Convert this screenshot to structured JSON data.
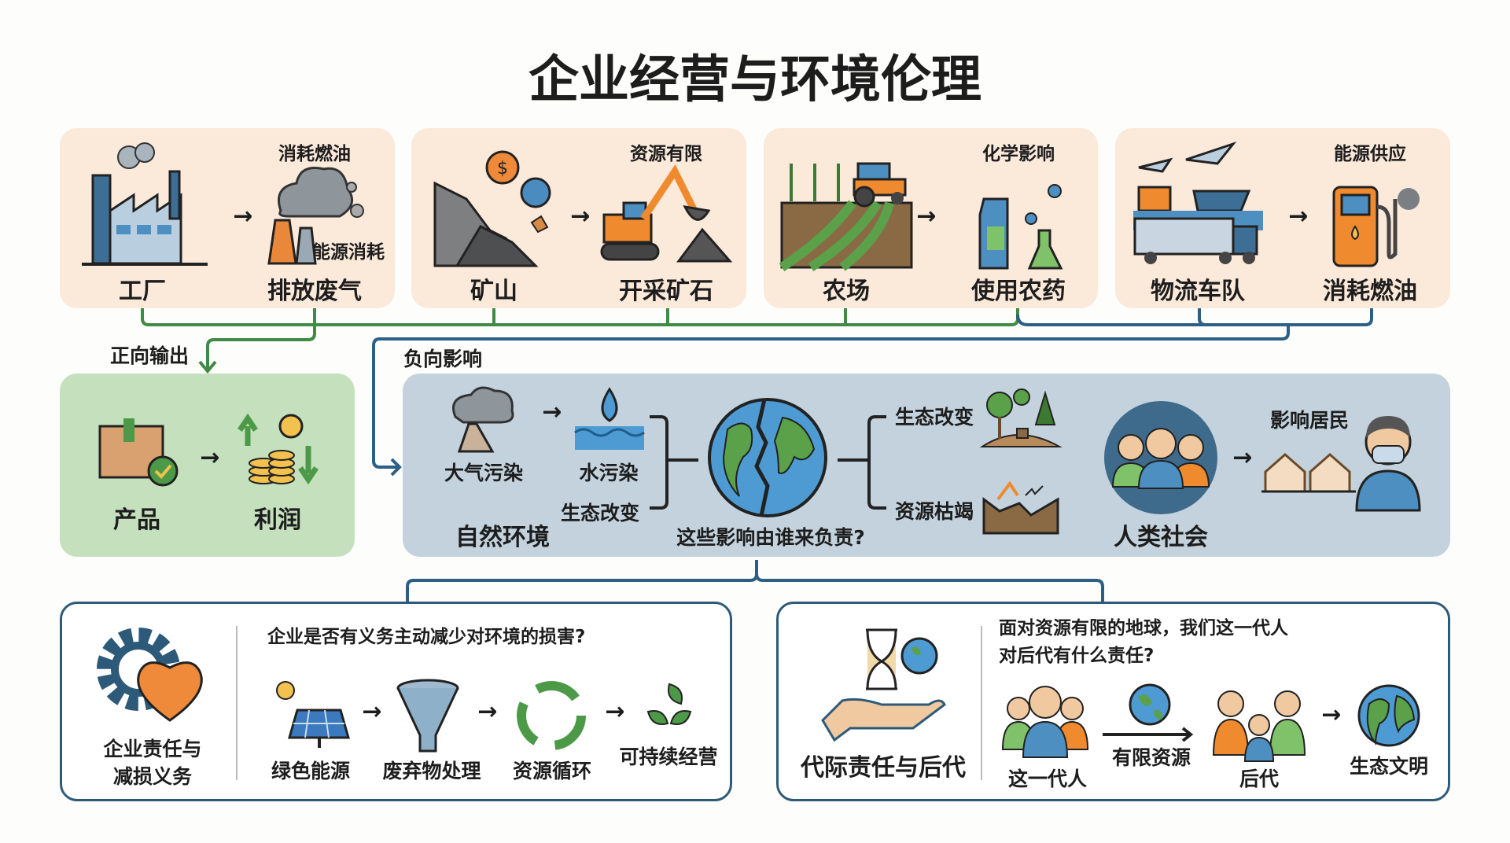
{
  "title": "企业经营与环境伦理",
  "top_cards": [
    {
      "left": "工厂",
      "right": "排放废气",
      "note": "消耗燃油",
      "note2": "能源消耗"
    },
    {
      "left": "矿山",
      "right": "开采矿石",
      "note": "资源有限"
    },
    {
      "left": "农场",
      "right": "使用农药",
      "note": "化学影响"
    },
    {
      "left": "物流车队",
      "right": "消耗燃油",
      "note": "能源供应"
    }
  ],
  "connectors": {
    "positive": "正向输出",
    "negative": "负向影响"
  },
  "positive_box": {
    "product": "产品",
    "profit": "利润"
  },
  "negative_box": {
    "air": "大气污染",
    "water": "水污染",
    "eco_left": "生态改变",
    "nature": "自然环境",
    "question": "这些影响由谁来负责?",
    "eco_right": "生态改变",
    "depletion": "资源枯竭",
    "society": "人类社会",
    "residents": "影响居民"
  },
  "bottom_left": {
    "title_line1": "企业责任与",
    "title_line2": "减损义务",
    "question": "企业是否有义务主动减少对环境的损害?",
    "steps": [
      "绿色能源",
      "废弃物处理",
      "资源循环",
      "可持续经营"
    ]
  },
  "bottom_right": {
    "title": "代际责任与后代",
    "question_line1": "面对资源有限的地球，我们这一代人",
    "question_line2": "对后代有什么责任?",
    "current": "这一代人",
    "limited": "有限资源",
    "future": "后代",
    "civilization": "生态文明"
  },
  "colors": {
    "peach": "#fbe9da",
    "green": "#c4e0bd",
    "blue": "#c3d2dd",
    "green_line": "#3f8a45",
    "blue_line": "#2c5f85"
  }
}
